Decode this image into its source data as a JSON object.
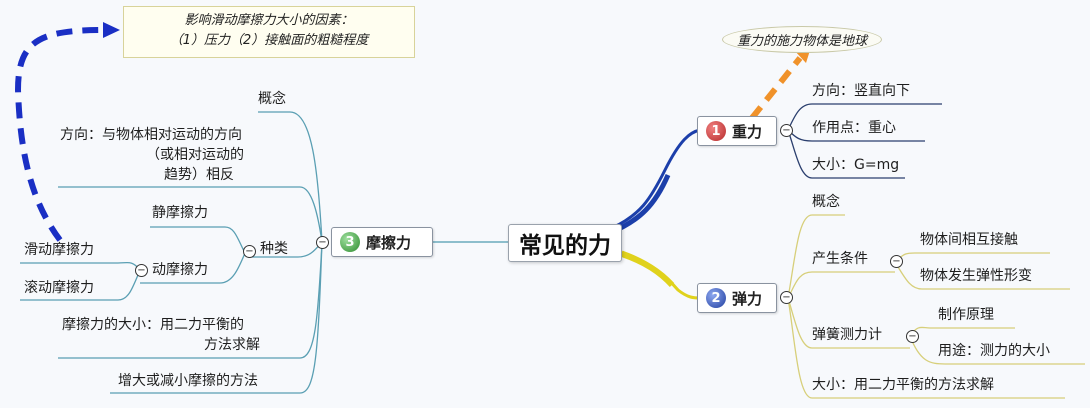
{
  "central": {
    "label": "常见的力"
  },
  "note_box": {
    "line1": "影响滑动摩擦力大小的因素：",
    "line2": "（1）压力（2）接触面的粗糙程度"
  },
  "callout": {
    "label": "重力的施力物体是地球"
  },
  "branches": {
    "gravity": {
      "number": "1",
      "label": "重力",
      "badge_color": "#c0392b",
      "branch_color": "#1c3faa",
      "children": [
        "方向：竖直向下",
        "作用点：重心",
        "大小：G=mg"
      ]
    },
    "elastic": {
      "number": "2",
      "label": "弹力",
      "badge_color": "#2d4fb3",
      "branch_color": "#e0d21c",
      "children": {
        "concept": "概念",
        "conditions": {
          "label": "产生条件",
          "items": [
            "物体间相互接触",
            "物体发生弹性形变"
          ]
        },
        "spring_scale": {
          "label": "弹簧测力计",
          "items": [
            "制作原理",
            "用途：测力的大小"
          ]
        },
        "magnitude": "大小：用二力平衡的方法求解"
      }
    },
    "friction": {
      "number": "3",
      "label": "摩擦力",
      "badge_color": "#3a9a3a",
      "branch_color": "#5a9fb3",
      "children": {
        "concept": "概念",
        "direction": [
          "方向：与物体相对运动的方向",
          "（或相对运动的",
          "趋势）相反"
        ],
        "types": {
          "label": "种类",
          "static": "静摩擦力",
          "kinetic": {
            "label": "动摩擦力",
            "items": [
              "滑动摩擦力",
              "滚动摩擦力"
            ]
          }
        },
        "magnitude": [
          "摩擦力的大小：用二力平衡的",
          "方法求解"
        ],
        "methods": "增大或减小摩擦的方法"
      }
    }
  },
  "colors": {
    "background": "#f7f9fc",
    "dashed_blue": "#1a2fc4",
    "dashed_orange": "#f0922a",
    "friction_line": "#5a9fb3",
    "gravity_line": "#2b3f6e",
    "elastic_line": "#d7cf7a"
  },
  "icons": {
    "collapse": "−"
  }
}
